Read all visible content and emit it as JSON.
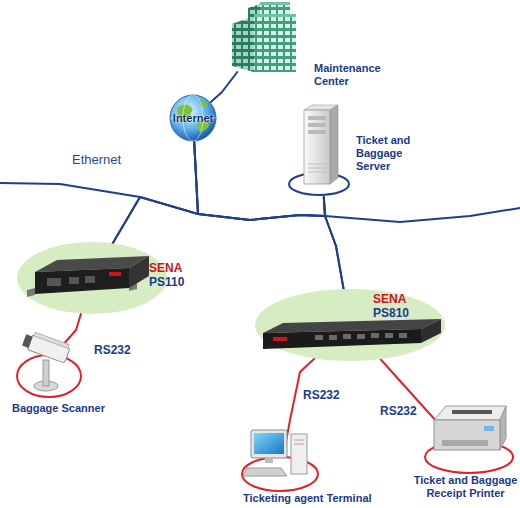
{
  "diagram": {
    "nodes": [
      {
        "text": [
          "Maintenance Center"
        ]
      },
      {
        "text": [
          "Internet"
        ]
      },
      {
        "text": [
          "Ticket and Baggage Server"
        ]
      },
      {
        "text": [
          "SENA",
          "PS110"
        ]
      },
      {
        "text": [
          "Baggage Scanner"
        ]
      },
      {
        "text": [
          "SENA",
          "PS810"
        ]
      },
      {
        "text": [
          "Ticketing agent Terminal"
        ]
      },
      {
        "text": [
          "Ticket and Baggage Receipt Printer"
        ]
      }
    ],
    "edges": [
      {
        "from": 1,
        "to": 0,
        "arrow": "none"
      },
      {
        "from": 1,
        "to": 2,
        "arrow": "none"
      },
      {
        "from": 1,
        "to": 3,
        "arrow": "none"
      },
      {
        "from": 1,
        "to": 5,
        "arrow": "none"
      },
      {
        "from": 2,
        "to": 3,
        "arrow": "none"
      },
      {
        "from": 2,
        "to": 5,
        "arrow": "none"
      },
      {
        "from": 3,
        "to": 4,
        "label": "RS232",
        "arrow": "none"
      },
      {
        "from": 5,
        "to": 6,
        "label": "RS232",
        "arrow": "none"
      },
      {
        "from": 5,
        "to": 7,
        "label": "RS232",
        "arrow": "none"
      }
    ],
    "labels": [
      "Ethernet"
    ]
  }
}
